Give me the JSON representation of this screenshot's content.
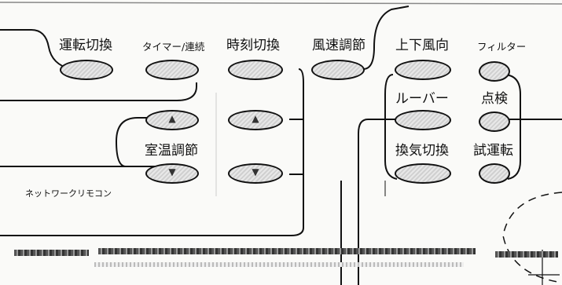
{
  "title": "ネットワークリモコン",
  "buttons": [
    {
      "id": "mode",
      "label": "運転切換"
    },
    {
      "id": "timer",
      "label": "タイマー/連続"
    },
    {
      "id": "clock",
      "label": "時刻切換"
    },
    {
      "id": "fan",
      "label": "風速調節"
    },
    {
      "id": "vane",
      "label": "上下風向"
    },
    {
      "id": "filter",
      "label": "フィルター"
    },
    {
      "id": "louver",
      "label": "ルーバー"
    },
    {
      "id": "check",
      "label": "点検"
    },
    {
      "id": "temp",
      "label": "室温調節"
    },
    {
      "id": "vent",
      "label": "換気切換"
    },
    {
      "id": "test",
      "label": "試運転"
    }
  ],
  "arrows": {
    "up": "▲",
    "down": "▼"
  },
  "colors": {
    "ink": "#111111",
    "paper": "#fafaf8"
  }
}
